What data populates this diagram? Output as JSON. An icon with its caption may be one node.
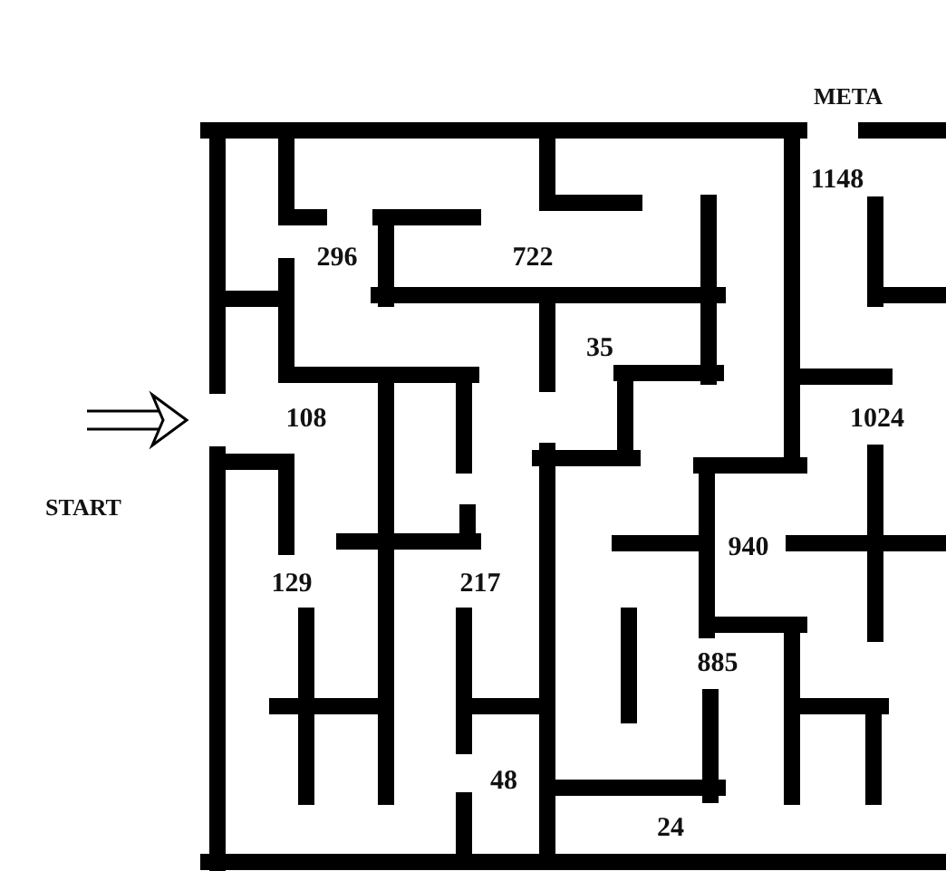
{
  "diagram": {
    "labels": [
      "META",
      "1148",
      "296",
      "722",
      "35",
      "108",
      "1024",
      "START",
      "129",
      "940",
      "217",
      "885",
      "48",
      "24"
    ]
  }
}
